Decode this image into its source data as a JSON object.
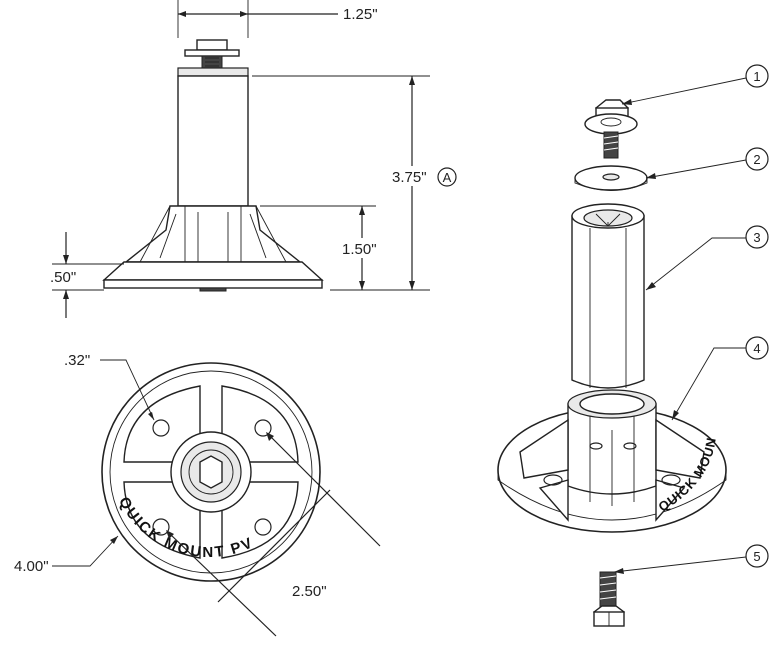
{
  "dimensions": {
    "top_width": "1.25\"",
    "total_height": "3.75\"",
    "total_height_ref": "A",
    "base_height": "1.50\"",
    "flange_height": ".50\"",
    "hole_dia": ".32\"",
    "base_dia": "4.00\"",
    "bolt_circle": "2.50\""
  },
  "logo_text": "QUICK MOUNT PV",
  "balloons": [
    "1",
    "2",
    "3",
    "4",
    "5"
  ]
}
